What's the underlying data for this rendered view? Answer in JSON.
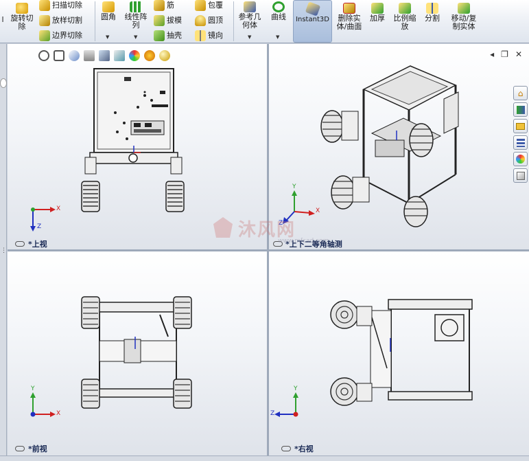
{
  "ribbon": {
    "cut_revolve": "旋转切\n除",
    "sweep_cut": "扫描切除",
    "loft_cut": "放样切割",
    "boundary_cut": "边界切除",
    "fillet": "圆角",
    "linear_pattern": "线性阵\n列",
    "rib": "筋",
    "draft": "拔模",
    "shell": "抽壳",
    "wrap": "包覆",
    "dome": "圆顶",
    "mirror": "镜向",
    "ref_geometry": "参考几\n何体",
    "curves": "曲线",
    "instant3d": "Instant3D",
    "delete_body": "删除实\n体/曲面",
    "thicken": "加厚",
    "scale": "比例缩\n放",
    "split": "分割",
    "move_copy_body": "移动/复\n制实体"
  },
  "viewports": {
    "top": "*上视",
    "dimetric": "*上下二等角轴测",
    "front": "*前视",
    "right": "*右视"
  },
  "axes": {
    "x": "X",
    "y": "Y",
    "z": "Z"
  },
  "watermark": {
    "text": "沐风网",
    "url": "www.mfcad.com"
  },
  "colors": {
    "accent": "#3c5aa8",
    "viewport_bg": "#f4f6f9",
    "axis_x": "#d02020",
    "axis_y": "#20a020",
    "axis_z": "#2030c0"
  }
}
